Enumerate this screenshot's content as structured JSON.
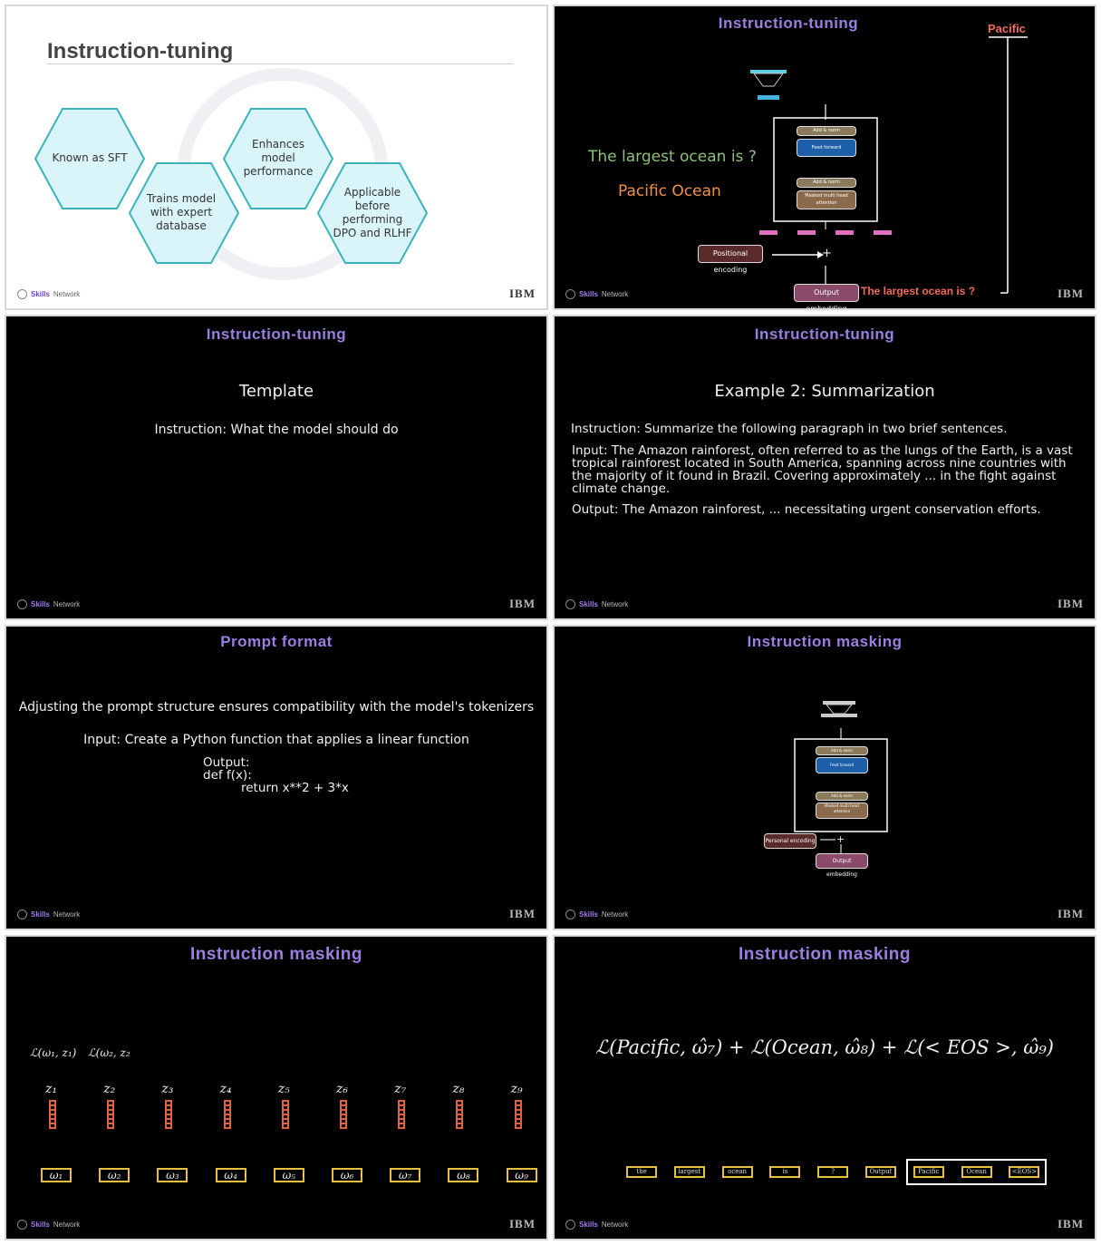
{
  "footer": {
    "brand": "Skills",
    "brand_rest": " Network",
    "logo": "IBM"
  },
  "slide1": {
    "title": "Instruction-tuning",
    "hexes": [
      "Known as SFT",
      "Trains model with expert database",
      "Enhances model performance",
      "Applicable before performing DPO and RLHF"
    ]
  },
  "slide2": {
    "title": "Instruction-tuning",
    "prompt": "The largest ocean is ?",
    "answer": "Pacific Ocean",
    "output_word": "Pacific",
    "bottom_text": "The largest ocean is ?",
    "positional": "Positional encoding",
    "output_embedding": "Output embedding",
    "add_norm": "Add & norm",
    "feed_forward": "Feed forward",
    "masked": "Masked multi head attention"
  },
  "slide3": {
    "title": "Instruction-tuning",
    "heading": "Template",
    "line": "Instruction: What the model should do"
  },
  "slide4": {
    "title": "Instruction-tuning",
    "heading": "Example 2: Summarization",
    "instruction": "Instruction: Summarize the following paragraph in two brief sentences.",
    "input": "Input: The Amazon rainforest, often referred to as the lungs of the Earth, is a vast tropical rainforest located in South America, spanning across nine countries with the majority of it found in Brazil. Covering approximately ... in the fight against climate change.",
    "output": "Output: The Amazon rainforest, ... necessitating urgent conservation efforts."
  },
  "slide5": {
    "title": "Prompt format",
    "line1": "Adjusting the prompt structure ensures compatibility with the model's tokenizers",
    "line2": "Input: Create a Python function that applies a linear function",
    "out1": "Output:",
    "out2": "def f(x):",
    "out3": "return x**2 + 3*x"
  },
  "slide6": {
    "title": "Instruction masking",
    "positional": "Personal encoding",
    "output_embedding": "Output embedding",
    "add_norm": "Add & norm",
    "feed_forward": "Feed forward",
    "masked": "Masked multi head attention"
  },
  "slide7": {
    "title": "Instruction masking",
    "loss1": "ℒ(ω₁, z₁)",
    "loss2": "ℒ(ω₂, z₂",
    "z": [
      "z₁",
      "z₂",
      "z₃",
      "z₄",
      "z₅",
      "z₆",
      "z₇",
      "z₈",
      "z₉"
    ],
    "w": [
      "ω₁",
      "ω₂",
      "ω₃",
      "ω₄",
      "ω₅",
      "ω₆",
      "ω₇",
      "ω₈",
      "ω₉"
    ]
  },
  "slide8": {
    "title": "Instruction masking",
    "formula": "ℒ(Pacific, ω̂₇) + ℒ(Ocean, ω̂₈) + ℒ(< EOS >, ω̂₉)",
    "tokens": [
      "the",
      "largest",
      "ocean",
      "is",
      "?",
      "Output",
      "Pacific",
      "Ocean",
      "<EOS>"
    ]
  }
}
